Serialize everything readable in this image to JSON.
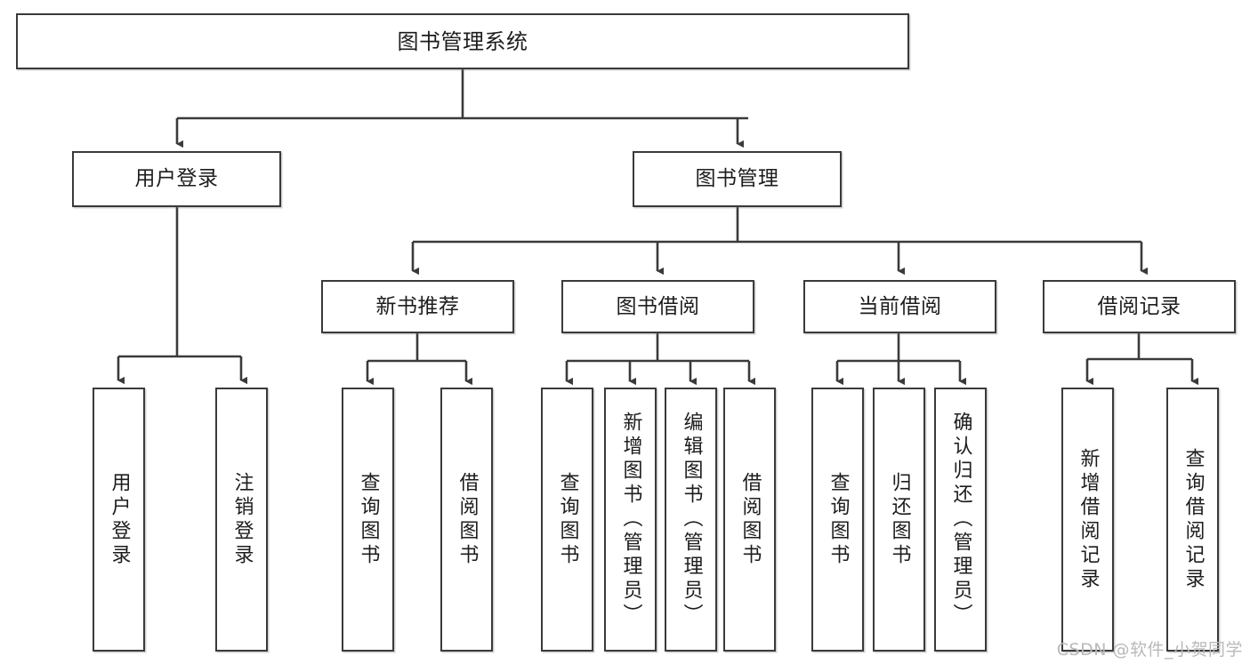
{
  "diagram": {
    "type": "tree-hierarchy-functional-structure",
    "watermark": "CSDN @软件_小贺同学",
    "colors": {
      "box_border": "#3a3a3a",
      "box_fill": "#ffffff",
      "connector": "#3a3a3a",
      "text": "#1d1d1d",
      "watermark": "#b9b9b9",
      "background": "#ffffff"
    },
    "root": {
      "label": "图书管理系统"
    },
    "level2": [
      {
        "label": "用户登录"
      },
      {
        "label": "图书管理"
      }
    ],
    "level3": [
      {
        "label": "新书推荐"
      },
      {
        "label": "图书借阅"
      },
      {
        "label": "当前借阅"
      },
      {
        "label": "借阅记录"
      }
    ],
    "leaves": {
      "user_login": [
        {
          "label": "用户登录"
        },
        {
          "label": "注销登录"
        }
      ],
      "new_book_recommend": [
        {
          "label": "查询图书"
        },
        {
          "label": "借阅图书"
        }
      ],
      "book_borrow": [
        {
          "label": "查询图书"
        },
        {
          "label": "新增图书（管理员）"
        },
        {
          "label": "编辑图书（管理员）"
        },
        {
          "label": "借阅图书"
        }
      ],
      "current_borrow": [
        {
          "label": "查询图书"
        },
        {
          "label": "归还图书"
        },
        {
          "label": "确认归还（管理员）"
        }
      ],
      "borrow_records": [
        {
          "label": "新增借阅记录"
        },
        {
          "label": "查询借阅记录"
        }
      ]
    }
  }
}
